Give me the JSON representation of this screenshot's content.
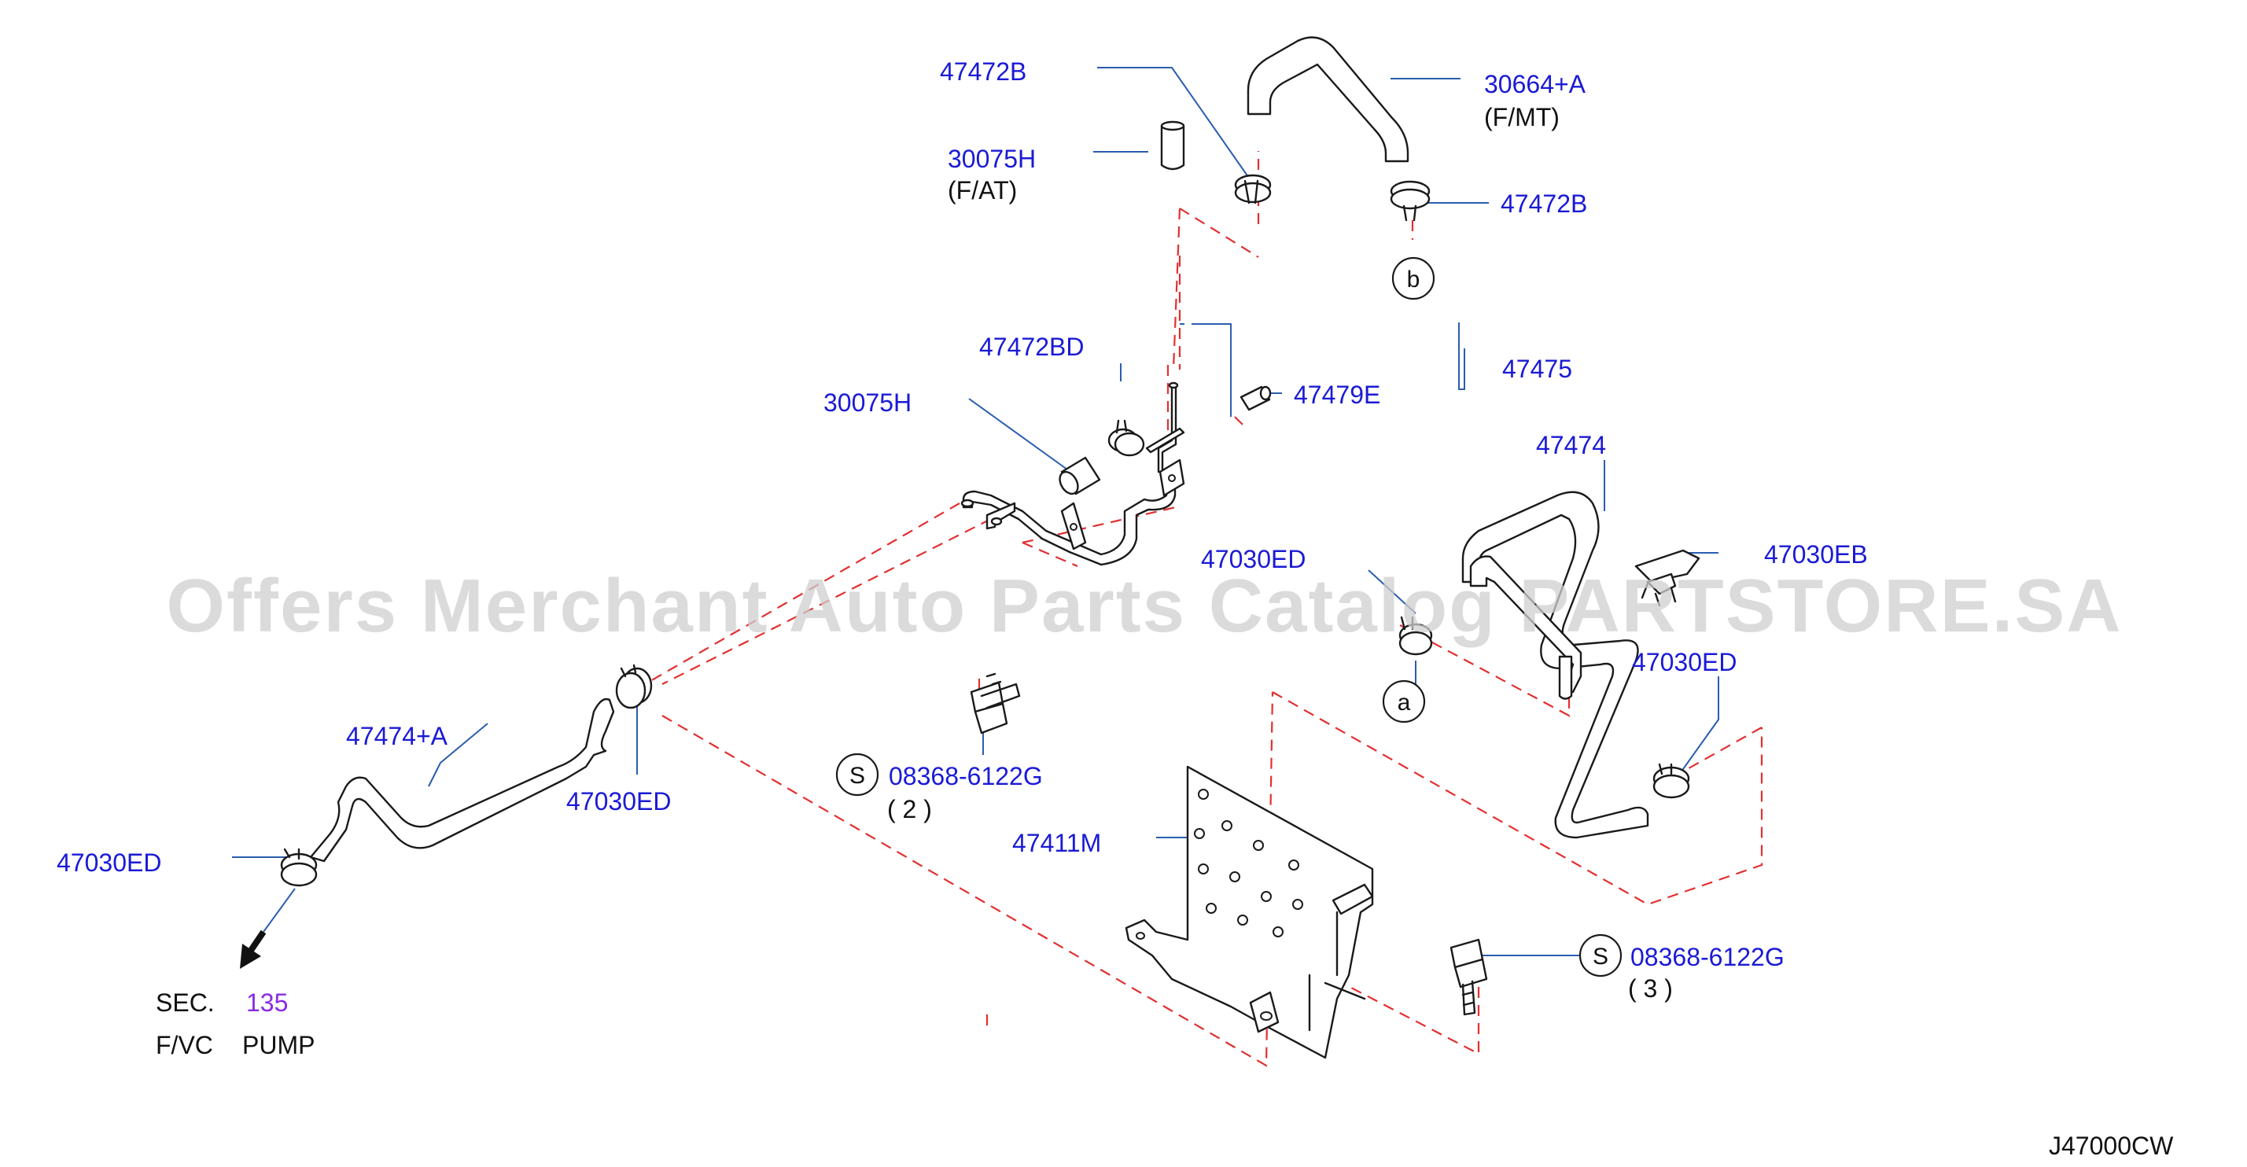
{
  "watermark": "Offers Merchant Auto Parts Catalog PARTSTORE.SA",
  "diagram_code": "J47000CW",
  "labels": {
    "l_47472B_top": "47472B",
    "l_30664A": "30664+A",
    "l_fmt": "(F/MT)",
    "l_30075H_top": "30075H",
    "l_fat": "(F/AT)",
    "l_47472B_right": "47472B",
    "l_47472BD": "47472BD",
    "l_47475": "47475",
    "l_30075H_mid": "30075H",
    "l_47479E": "47479E",
    "l_47474": "47474",
    "l_47030EB": "47030EB",
    "l_47030ED_mid": "47030ED",
    "l_47030ED_right": "47030ED",
    "l_47474A": "47474+A",
    "l_47030ED_hose": "47030ED",
    "l_47030ED_left": "47030ED",
    "l_bolt1": "08368-6122G",
    "l_bolt1_qty": "( 2 )",
    "l_47411M": "47411M",
    "l_bolt2": "08368-6122G",
    "l_bolt2_qty": "( 3 )",
    "sec_prefix": "SEC.",
    "sec_number": "135",
    "sec_desc_1": "F/VC",
    "sec_desc_2": "PUMP"
  },
  "symbols": {
    "bolt_marker_1": "S",
    "bolt_marker_2": "S",
    "connect_a": "a",
    "connect_b": "b"
  },
  "colors": {
    "part_number": "#1a1ad6",
    "leader": "#2a5db0",
    "dash": "#e23030",
    "sec_ref": "#8a2be2"
  }
}
